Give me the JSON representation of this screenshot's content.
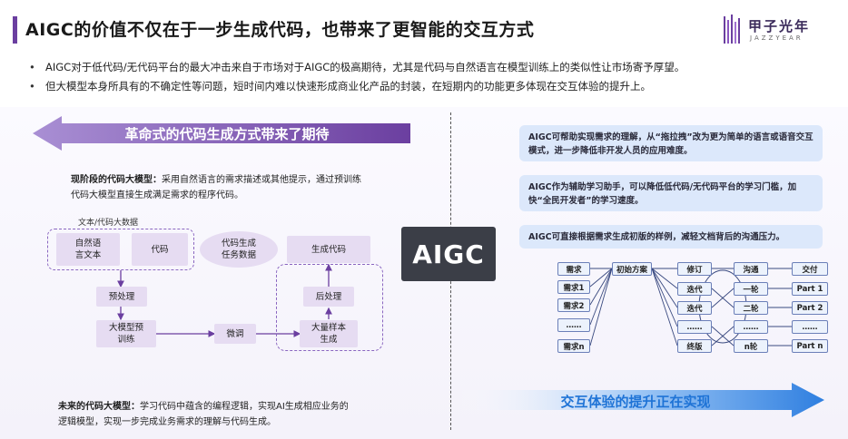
{
  "header": {
    "title": "AIGC的价值不仅在于一步生成代码，也带来了更智能的交互方式",
    "logo_cn": "甲子光年",
    "logo_en": "JAZZYEAR"
  },
  "bullets": [
    "AIGC对于低代码/无代码平台的最大冲击来自于市场对于AIGC的极高期待，尤其是代码与自然语言在模型训练上的类似性让市场寄予厚望。",
    "但大模型本身所具有的不确定性等问题，短时间内难以快速形成商业化产品的封装，在短期内的功能更多体现在交互体验的提升上。"
  ],
  "left": {
    "banner": "革命式的代码生成方式带来了期待",
    "current_label": "现阶段的代码大模型：",
    "current_text_1": "采用自然语言的需求描述或其他提示，通过预训练",
    "current_text_2": "代码大模型直接生成满足需求的程序代码。",
    "dataset_label": "文本/代码大数据",
    "nodes": {
      "nl_text": "自然语\n言文本",
      "code": "代码",
      "task_data": "代码生成\n任务数据",
      "gen_code": "生成代码",
      "preprocess": "预处理",
      "pretrain": "大模型预\n训练",
      "finetune": "微调",
      "postprocess": "后处理",
      "big_sample": "大量样本\n生成"
    },
    "future_label": "未来的代码大模型：",
    "future_text_1": "学习代码中蕴含的编程逻辑，实现AI生成相应业务的",
    "future_text_2": "逻辑模型，实现一步完成业务需求的理解与代码生成。"
  },
  "center": {
    "label": "AIGC"
  },
  "right": {
    "cards": [
      "AIGC可帮助实现需求的理解，从“拖拉拽”改为更为简单的语言或语音交互模式，进一步降低非开发人员的应用难度。",
      "AIGC作为辅助学习助手，可以降低低代码/无代码平台的学习门槛，加快“全民开发者”的学习速度。",
      "AIGC可直接根据需求生成初版的样例，减轻文档背后的沟通压力。"
    ],
    "flow": {
      "req_col": [
        "需求",
        "需求1",
        "需求2",
        "……",
        "需求n"
      ],
      "initial": "初始方案",
      "rev_col": [
        "修订",
        "迭代",
        "迭代",
        "……",
        "终版"
      ],
      "comm_col": [
        "沟通",
        "一轮",
        "二轮",
        "……",
        "n轮"
      ],
      "deliver_col": [
        "交付",
        "Part 1",
        "Part 2",
        "……",
        "Part n"
      ]
    },
    "banner": "交互体验的提升正在实现"
  },
  "colors": {
    "accent_purple": "#6b3fa0",
    "node_purple": "#e6dcf2",
    "card_blue": "#dce8fb",
    "arrow_blue": "#1e73d6",
    "center_dark": "#3b3e47"
  }
}
